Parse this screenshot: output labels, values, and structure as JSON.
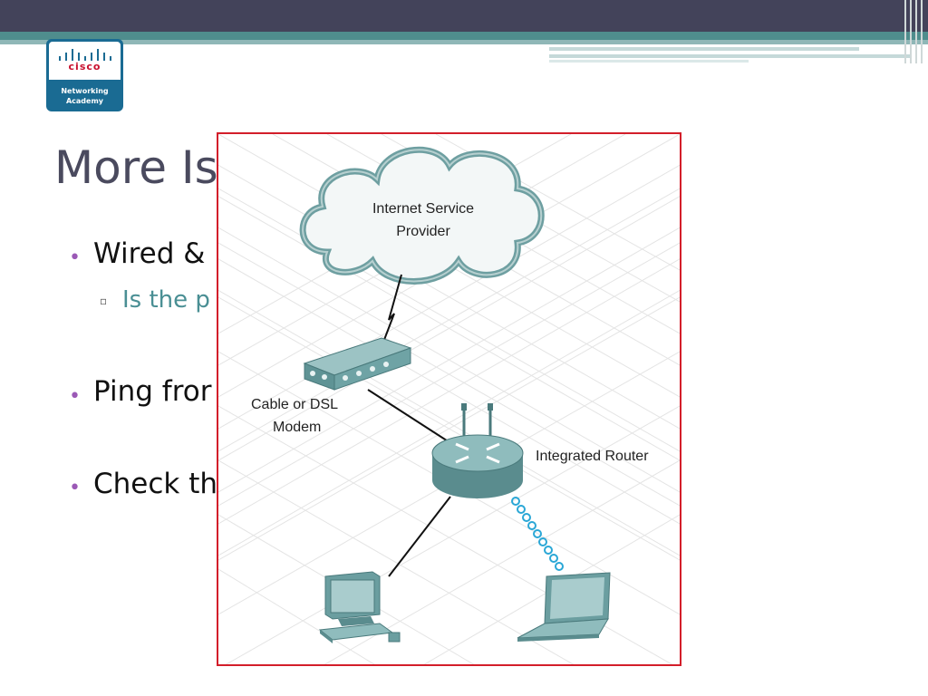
{
  "logo": {
    "brand": "cisco",
    "line1": "Networking",
    "line2": "Academy"
  },
  "slide": {
    "title": "More Is",
    "bullets": [
      {
        "text": "Wired &",
        "sub": "Is the p"
      },
      {
        "text": "Ping fror"
      },
      {
        "text": "Check th"
      }
    ]
  },
  "diagram": {
    "cloud_label_1": "Internet Service",
    "cloud_label_2": "Provider",
    "modem_label_1": "Cable or DSL",
    "modem_label_2": "Modem",
    "router_label": "Integrated Router"
  },
  "colors": {
    "topbar": "#43435a",
    "teal": "#4f8d8d",
    "device": "#6b9ea0",
    "frame_border": "#d31e2a",
    "bullet_dot": "#9b59b6",
    "sub_text": "#4a8f94"
  }
}
